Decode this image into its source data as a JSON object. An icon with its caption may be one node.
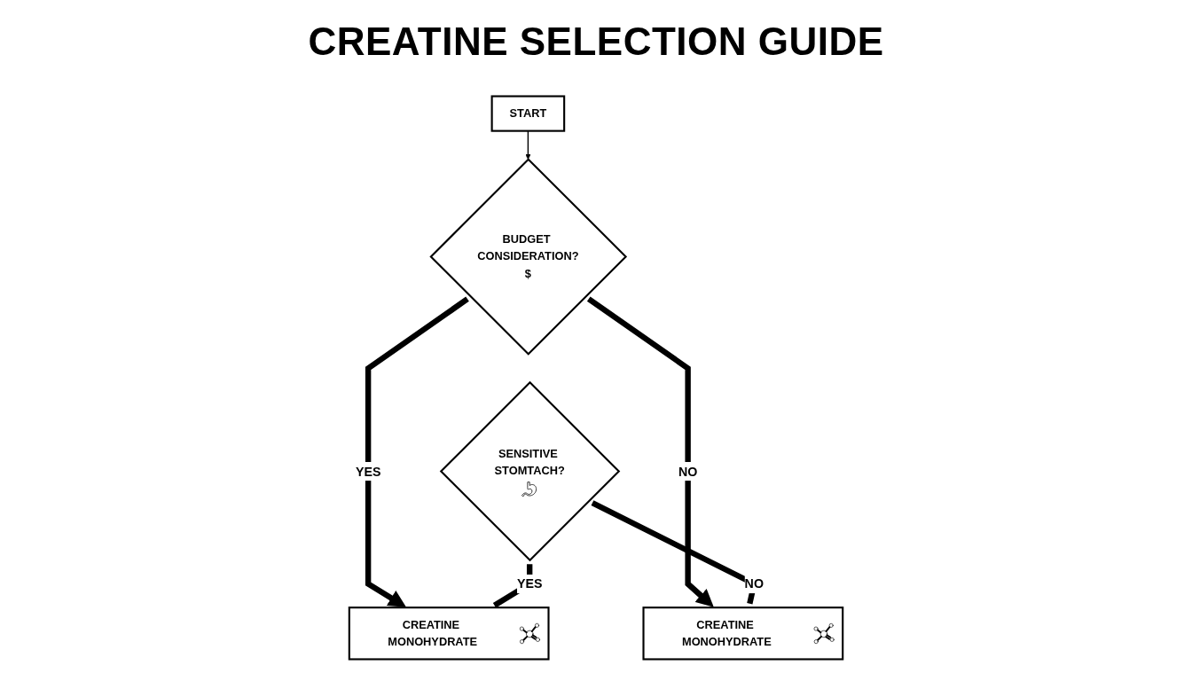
{
  "diagram": {
    "title": "CREATINE SELECTION GUIDE",
    "nodes": [
      {
        "text": [
          "START"
        ]
      },
      {
        "text": [
          "BUDGET CONSIDERATION?",
          "$"
        ]
      },
      {
        "text": [
          "SENSITIVE STOMTACH?"
        ]
      },
      {
        "text": [
          "CREATINE MONOHYDRATE"
        ]
      },
      {
        "text": [
          "CREATINE MONOHYDRATE"
        ]
      }
    ],
    "edges": [
      {
        "from": 0,
        "to": 1,
        "arrow": "to"
      },
      {
        "from": 1,
        "to": 3,
        "arrow": "to",
        "label": "YES"
      },
      {
        "from": 1,
        "to": 4,
        "arrow": "to",
        "label": "NO"
      },
      {
        "from": 2,
        "to": 3,
        "arrow": "none",
        "label": "YES"
      },
      {
        "from": 2,
        "to": 4,
        "arrow": "none",
        "label": "NO"
      }
    ]
  }
}
